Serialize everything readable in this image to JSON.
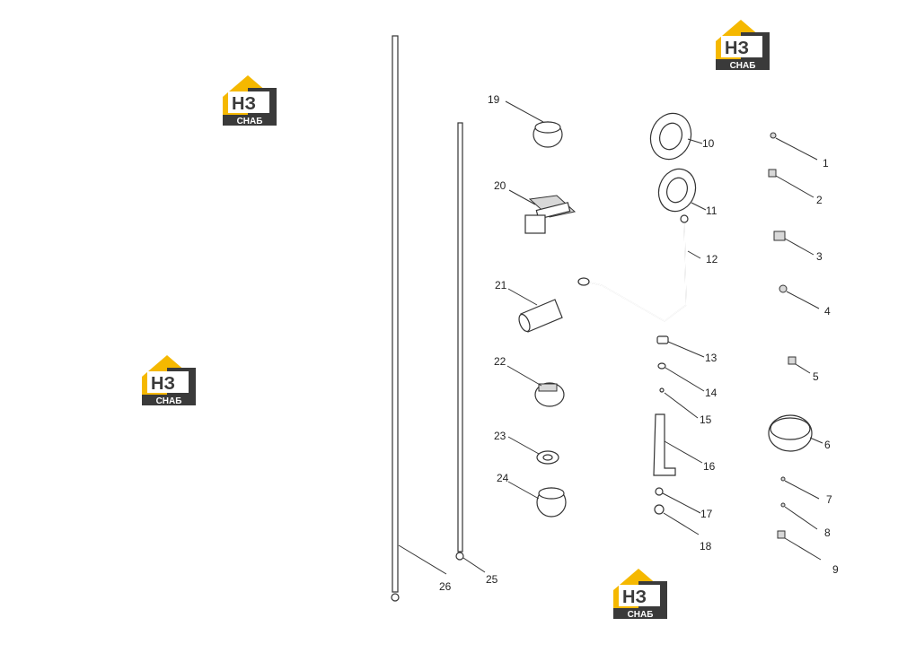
{
  "logo": {
    "letters": "НЗ",
    "word": "СНАБ",
    "accent_color": "#f5b800",
    "dark_color": "#3a3a3a"
  },
  "callouts": [
    "1",
    "2",
    "3",
    "4",
    "5",
    "6",
    "7",
    "8",
    "9",
    "10",
    "11",
    "12",
    "13",
    "14",
    "15",
    "16",
    "17",
    "18",
    "19",
    "20",
    "21",
    "22",
    "23",
    "24",
    "25",
    "26"
  ]
}
